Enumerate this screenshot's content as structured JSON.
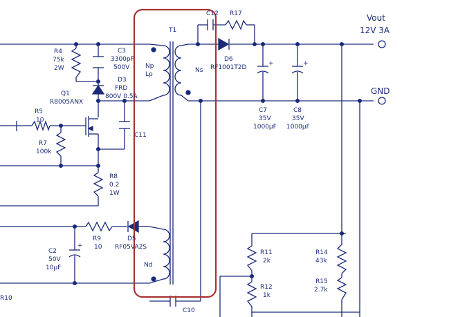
{
  "labels": {
    "t1": "T1",
    "c12": "C12",
    "r17": "R17",
    "vout": "Vout",
    "vout_spec": "12V 3A",
    "gnd": "GND",
    "r4_name": "R4",
    "r4_val1": "75k",
    "r4_val2": "2W",
    "c3_name": "C3",
    "c3_val1": "3300pF",
    "c3_val2": "500V",
    "d3_name": "D3",
    "d3_val1": "FRD",
    "d3_val2": "800V 0.5A",
    "np": "Np",
    "lp": "Lp",
    "ns": "Ns",
    "d6_name": "D6",
    "d6_val": "RF1001T2D",
    "c7_name": "C7",
    "c7_val1": "35V",
    "c7_val2": "1000μF",
    "c8_name": "C8",
    "c8_val1": "35V",
    "c8_val2": "1000μF",
    "q1_name": "Q1",
    "q1_val": "R8005ANX",
    "r5_name": "R5",
    "r5_val": "10",
    "c11": "C11",
    "r7_name": "R7",
    "r7_val": "100k",
    "r8_name": "R8",
    "r8_val1": "0.2",
    "r8_val2": "1W",
    "r9_name": "R9",
    "r9_val": "10",
    "d5_name": "D5",
    "d5_val": "RF05VA2S",
    "nd": "Nd",
    "c2_name": "C2",
    "c2_val1": "50V",
    "c2_val2": "10μF",
    "r10": "R10",
    "c10": "C10",
    "r11_name": "R11",
    "r11_val": "2k",
    "r12_name": "R12",
    "r12_val": "1k",
    "r14_name": "R14",
    "r14_val": "43k",
    "r15_name": "R15",
    "r15_val": "2.7k"
  }
}
